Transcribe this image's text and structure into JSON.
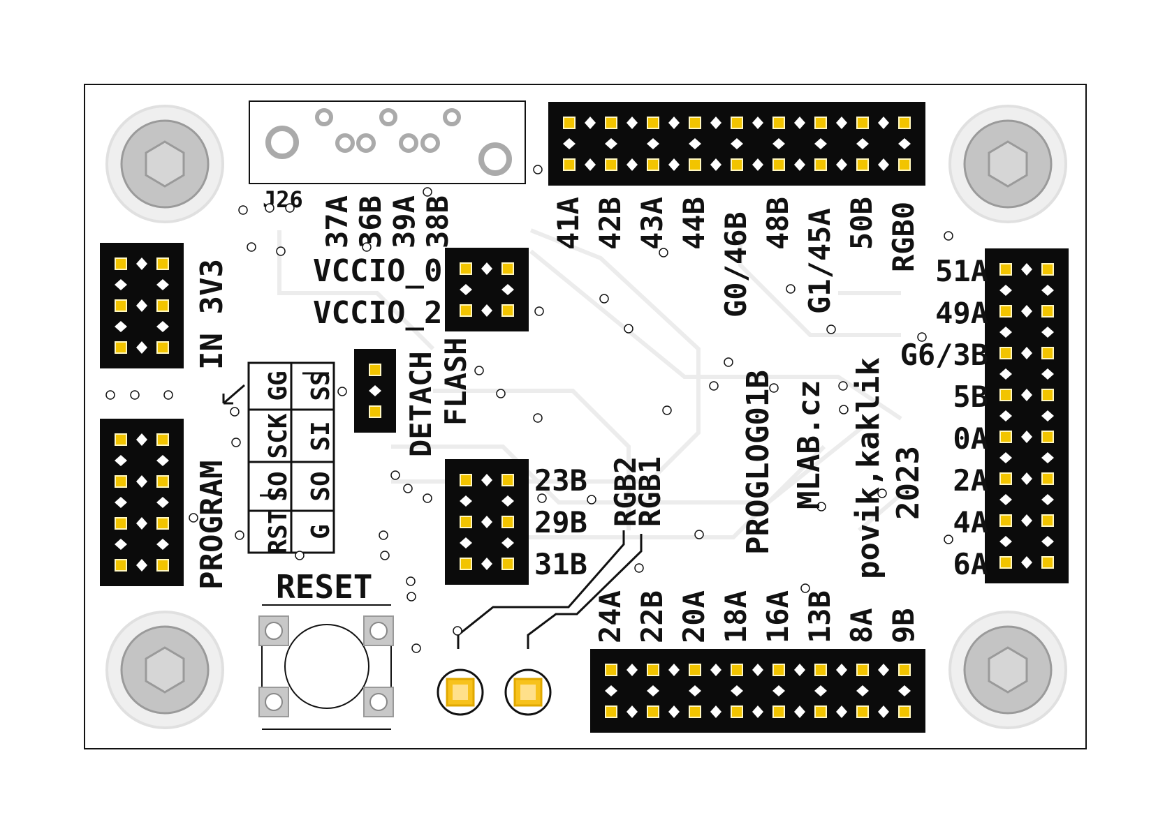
{
  "board": {
    "name": "PROGLOG01B",
    "site": "MLAB.cz",
    "authors": "povik,kaklik",
    "year": "2023",
    "connector_ref": "J26"
  },
  "labels": {
    "in_3v3": "IN 3V3",
    "program": "PROGRAM",
    "reset": "RESET",
    "detach": "DETACH",
    "flash": "FLASH",
    "vccio_0": "VCCIO_0",
    "vccio_2": "VCCIO_2"
  },
  "spi_table": {
    "left_col": [
      "GG",
      "SCK",
      "SO",
      "RST"
    ],
    "right_col": [
      "SS",
      "SI",
      "SO",
      "G"
    ]
  },
  "pins": {
    "j26_top": [
      "37A",
      "36B",
      "39A",
      "38B"
    ],
    "top_header": [
      "41A",
      "42B",
      "43A",
      "44B",
      "G0/46B",
      "48B",
      "G1/45A",
      "50B",
      "RGB0"
    ],
    "right_header": [
      "51A",
      "49A",
      "G6/3B",
      "5B",
      "0A",
      "2A",
      "4A",
      "6A"
    ],
    "mid_header": [
      "23B",
      "29B",
      "31B"
    ],
    "rgb": [
      "RGB2",
      "RGB1"
    ],
    "bottom_header": [
      "24A",
      "22B",
      "20A",
      "18A",
      "16A",
      "13B",
      "8A",
      "9B"
    ]
  },
  "colors": {
    "board": "#ffffff",
    "silkscreen": "#111111",
    "pad": "#f2c400",
    "trace": "#ececec",
    "hole": "#c8c8c8",
    "header": "#0b0b0b"
  }
}
